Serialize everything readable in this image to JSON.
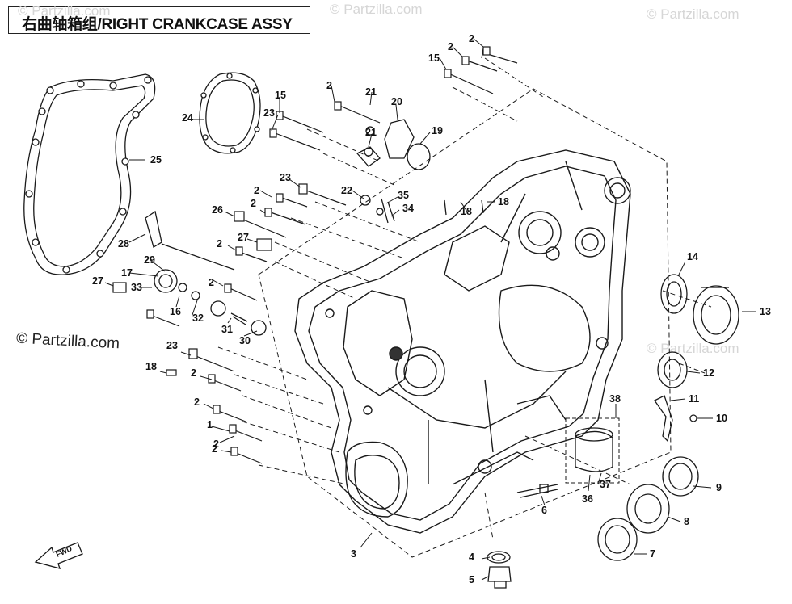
{
  "title": "右曲轴箱组/RIGHT CRANKCASE ASSY",
  "watermark": "© Partzilla.com",
  "fwd_label": "FWD",
  "callouts": [
    {
      "id": "c25",
      "label": "25"
    },
    {
      "id": "c24",
      "label": "24"
    },
    {
      "id": "c28",
      "label": "28"
    },
    {
      "id": "c29",
      "label": "29"
    },
    {
      "id": "c17",
      "label": "17"
    },
    {
      "id": "c27a",
      "label": "27"
    },
    {
      "id": "c33",
      "label": "33"
    },
    {
      "id": "c16",
      "label": "16"
    },
    {
      "id": "c32",
      "label": "32"
    },
    {
      "id": "c2a",
      "label": "2"
    },
    {
      "id": "c31",
      "label": "31"
    },
    {
      "id": "c30",
      "label": "30"
    },
    {
      "id": "c26",
      "label": "26"
    },
    {
      "id": "c27b",
      "label": "27"
    },
    {
      "id": "c2b",
      "label": "2"
    },
    {
      "id": "c2c",
      "label": "2"
    },
    {
      "id": "c2d",
      "label": "2"
    },
    {
      "id": "c23a",
      "label": "23"
    },
    {
      "id": "c22",
      "label": "22"
    },
    {
      "id": "c35",
      "label": "35"
    },
    {
      "id": "c34",
      "label": "34"
    },
    {
      "id": "c15a",
      "label": "15"
    },
    {
      "id": "c23b",
      "label": "23"
    },
    {
      "id": "c2e",
      "label": "2"
    },
    {
      "id": "c21a",
      "label": "21"
    },
    {
      "id": "c21b",
      "label": "21"
    },
    {
      "id": "c20",
      "label": "20"
    },
    {
      "id": "c19",
      "label": "19"
    },
    {
      "id": "c15b",
      "label": "15"
    },
    {
      "id": "c2f",
      "label": "2"
    },
    {
      "id": "c2g",
      "label": "2"
    },
    {
      "id": "c18a",
      "label": "18"
    },
    {
      "id": "c18b",
      "label": "18"
    },
    {
      "id": "c14",
      "label": "14"
    },
    {
      "id": "c13",
      "label": "13"
    },
    {
      "id": "c12",
      "label": "12"
    },
    {
      "id": "c11",
      "label": "11"
    },
    {
      "id": "c10",
      "label": "10"
    },
    {
      "id": "c38",
      "label": "38"
    },
    {
      "id": "c9",
      "label": "9"
    },
    {
      "id": "c8",
      "label": "8"
    },
    {
      "id": "c7",
      "label": "7"
    },
    {
      "id": "c37",
      "label": "37"
    },
    {
      "id": "c36",
      "label": "36"
    },
    {
      "id": "c6",
      "label": "6"
    },
    {
      "id": "c4",
      "label": "4"
    },
    {
      "id": "c5",
      "label": "5"
    },
    {
      "id": "c3",
      "label": "3"
    },
    {
      "id": "c23c",
      "label": "23"
    },
    {
      "id": "c18c",
      "label": "18"
    },
    {
      "id": "c2h",
      "label": "2"
    },
    {
      "id": "c2i",
      "label": "2"
    },
    {
      "id": "c1",
      "label": "1"
    },
    {
      "id": "c2j",
      "label": "2"
    },
    {
      "id": "c2k",
      "label": "2"
    }
  ]
}
